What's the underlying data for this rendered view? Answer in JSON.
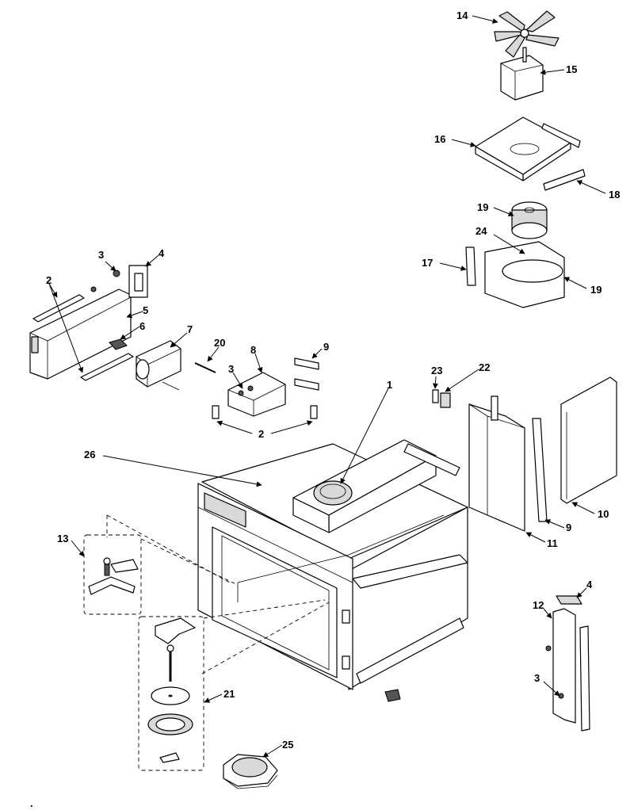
{
  "labels": [
    {
      "id": "1",
      "text": "1"
    },
    {
      "id": "2a",
      "text": "2"
    },
    {
      "id": "2b",
      "text": "2"
    },
    {
      "id": "3a",
      "text": "3"
    },
    {
      "id": "3b",
      "text": "3"
    },
    {
      "id": "3c",
      "text": "3"
    },
    {
      "id": "4a",
      "text": "4"
    },
    {
      "id": "4b",
      "text": "4"
    },
    {
      "id": "5",
      "text": "5"
    },
    {
      "id": "6",
      "text": "6"
    },
    {
      "id": "7",
      "text": "7"
    },
    {
      "id": "8",
      "text": "8"
    },
    {
      "id": "9a",
      "text": "9"
    },
    {
      "id": "9b",
      "text": "9"
    },
    {
      "id": "10",
      "text": "10"
    },
    {
      "id": "11",
      "text": "11"
    },
    {
      "id": "12",
      "text": "12"
    },
    {
      "id": "13",
      "text": "13"
    },
    {
      "id": "14",
      "text": "14"
    },
    {
      "id": "15",
      "text": "15"
    },
    {
      "id": "16",
      "text": "16"
    },
    {
      "id": "17",
      "text": "17"
    },
    {
      "id": "18",
      "text": "18"
    },
    {
      "id": "19a",
      "text": "19"
    },
    {
      "id": "19b",
      "text": "19"
    },
    {
      "id": "20",
      "text": "20"
    },
    {
      "id": "21",
      "text": "21"
    },
    {
      "id": "22",
      "text": "22"
    },
    {
      "id": "23",
      "text": "23"
    },
    {
      "id": "24",
      "text": "24"
    },
    {
      "id": "25",
      "text": "25"
    },
    {
      "id": "26",
      "text": "26"
    }
  ],
  "footer_mark": "."
}
